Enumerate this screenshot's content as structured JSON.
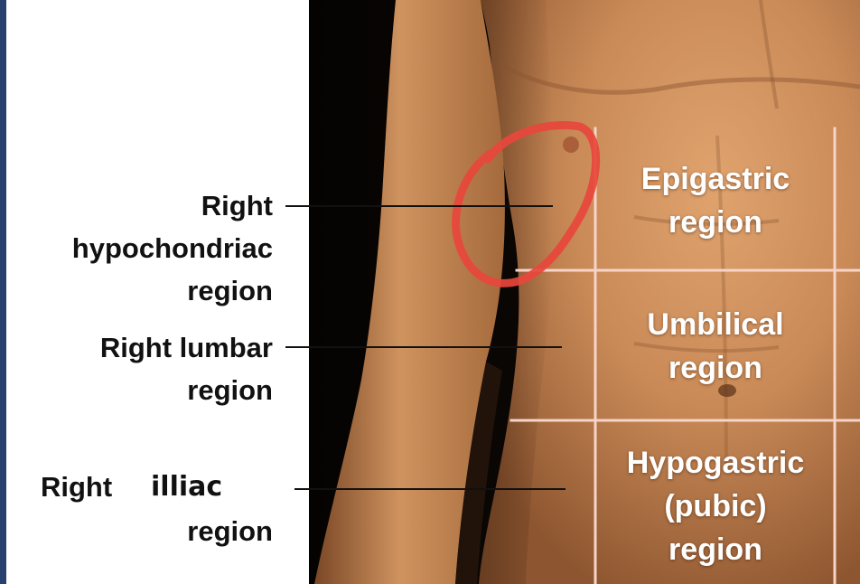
{
  "left_labels": {
    "hypochondriac": [
      "Right",
      "hypochondriac",
      "region"
    ],
    "lumbar": [
      "Right lumbar",
      "region"
    ],
    "iliac": {
      "word1": "Right",
      "word2": "illiac",
      "line2": "region"
    }
  },
  "region_labels": {
    "epigastric": [
      "Epigastric",
      "region"
    ],
    "umbilical": [
      "Umbilical",
      "region"
    ],
    "hypogastric": [
      "Hypogastric",
      "(pubic)",
      "region"
    ]
  },
  "colors": {
    "background": "#ffffff",
    "left_strip": "#27406e",
    "label_text": "#111111",
    "region_text": "#ffffff",
    "grid_lines": "#f6d4c8",
    "annotation_circle": "#e8463c",
    "photo_background": "#0c0805",
    "skin": "#c98a57"
  }
}
